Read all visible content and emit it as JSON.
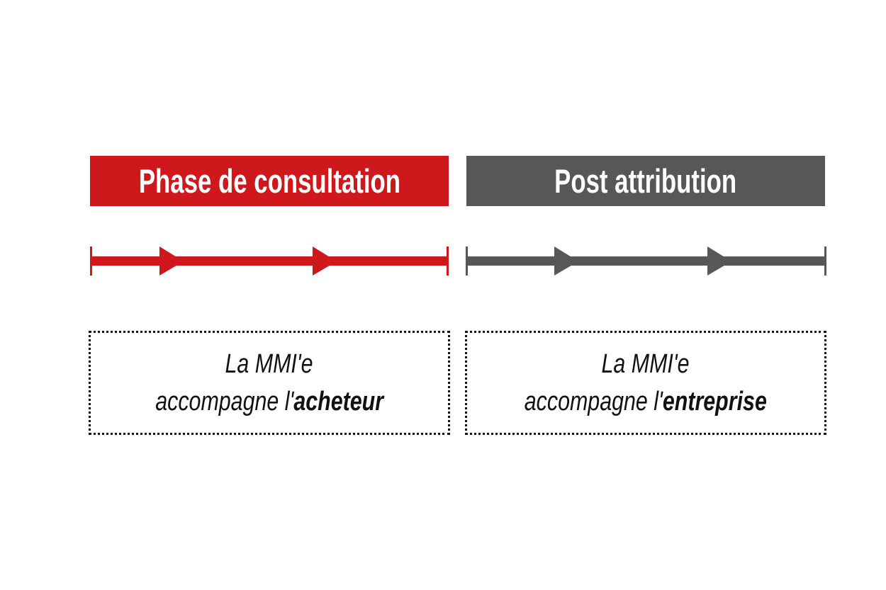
{
  "colors": {
    "consultation": "#cf181b",
    "post": "#575756"
  },
  "phases": [
    {
      "title": "Phase de consultation",
      "line1": "La MMI'e",
      "line2_prefix": "accompagne l'",
      "line2_bold": "acheteur"
    },
    {
      "title": "Post attribution",
      "line1": "La MMI'e",
      "line2_prefix": "accompagne l'",
      "line2_bold": "entreprise"
    }
  ]
}
